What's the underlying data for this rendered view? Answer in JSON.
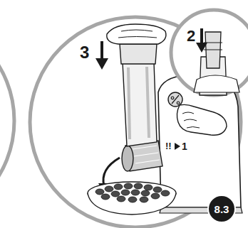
{
  "diagram": {
    "nodes": [
      {
        "text": [
          "8.3"
        ]
      }
    ],
    "labels": [
      "3",
      "2",
      "!!",
      "1"
    ]
  }
}
